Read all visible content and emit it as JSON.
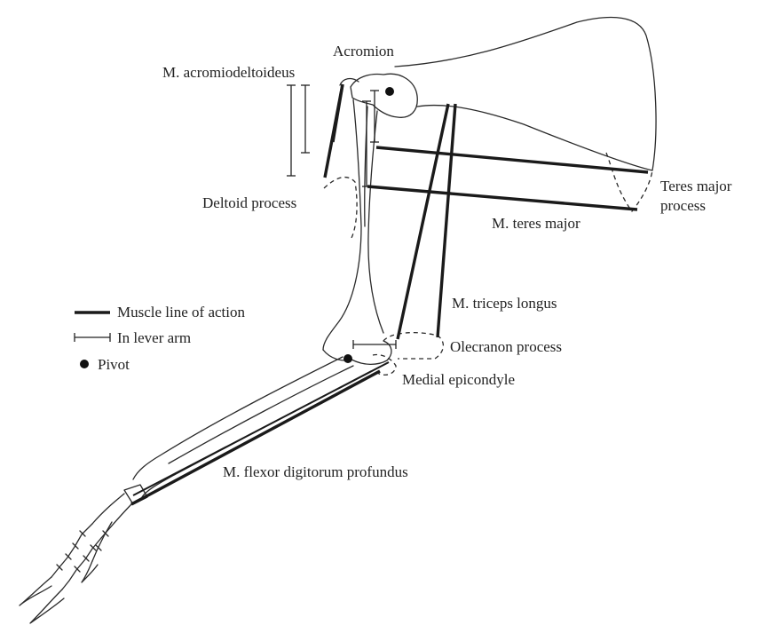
{
  "labels": {
    "acromion": "Acromion",
    "acromiodeltoideus": "M. acromiodeltoideus",
    "deltoid_process": "Deltoid process",
    "teres_major_process": [
      "Teres major",
      "process"
    ],
    "teres_major": "M. teres major",
    "triceps_longus": "M. triceps longus",
    "olecranon_process": "Olecranon process",
    "medial_epicondyle": "Medial epicondyle",
    "flexor_digitorum": "M. flexor digitorum profundus"
  },
  "legend": {
    "muscle": "Muscle line of action",
    "lever": "In lever arm",
    "pivot": "Pivot"
  },
  "colors": {
    "ink": "#1a1a1a",
    "background": "#ffffff"
  }
}
